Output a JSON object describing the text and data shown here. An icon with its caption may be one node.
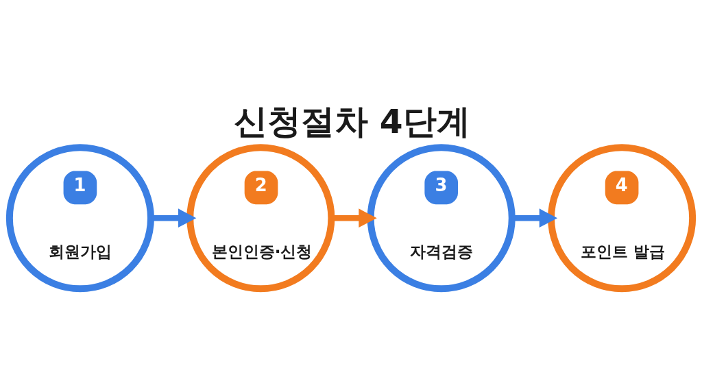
{
  "diagram": {
    "title": "신청절차 4단계",
    "nodes": [
      {
        "text": [
          "1",
          "회원가입"
        ]
      },
      {
        "text": [
          "2",
          "본인인증·신청"
        ]
      },
      {
        "text": [
          "3",
          "자격검증"
        ]
      },
      {
        "text": [
          "4",
          "포인트 발급"
        ]
      }
    ],
    "edges": [
      {
        "from": 0,
        "to": 1,
        "arrow": "to"
      },
      {
        "from": 1,
        "to": 2,
        "arrow": "to",
        "color": "#f27b1f"
      },
      {
        "from": 2,
        "to": 3,
        "arrow": "to"
      }
    ]
  }
}
